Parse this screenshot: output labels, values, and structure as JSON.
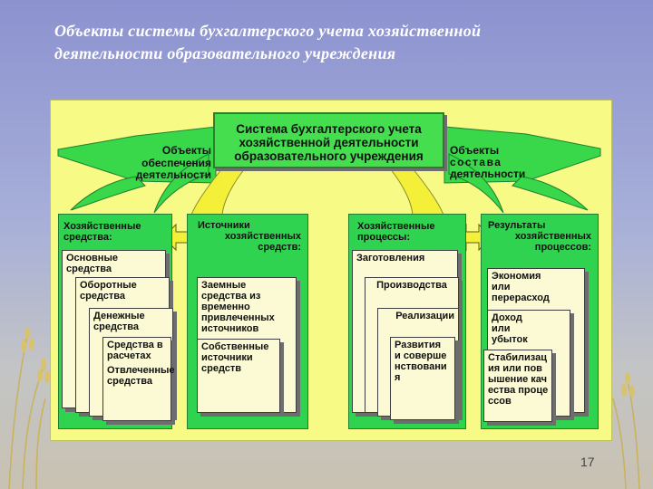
{
  "title": {
    "line1": "Объекты системы бухгалтерского учета хозяйственной",
    "line2": "деятельности образовательного учреждения"
  },
  "center": {
    "line1": "Система бухгалтерского учета",
    "line2": "хозяйственной деятельности",
    "line3": "образовательного учреждения"
  },
  "left_wing": {
    "line1": "Объекты",
    "line2": "обеспечения",
    "line3": "деятельности"
  },
  "right_wing": {
    "line1": "Объекты",
    "line2": "состава",
    "line3": "деятельности"
  },
  "col1": {
    "header_line1": "Хозяйственные",
    "header_line2": "средства:",
    "items": [
      "Основные средства",
      "Оборотные средства",
      "Денежные средства",
      "Средства в расчетах",
      "Отвлеченные средства"
    ]
  },
  "col2": {
    "header_line1": "Источники",
    "header_line2": "хозяйственных",
    "header_line3": "средств:",
    "items": [
      "Заемные средства из временно привлеченных источников",
      "Собственные источники средств"
    ]
  },
  "col3": {
    "header_line1": "Хозяйственные",
    "header_line2": "процессы:",
    "items": [
      "Заготовления",
      "Производства",
      "Реализации",
      "Развития и совершенствования"
    ]
  },
  "col4": {
    "header_line1": "Результаты",
    "header_line2": "хозяйственных",
    "header_line3": "процессов:",
    "items": [
      "Экономия или перерасход",
      "Доход или убыток",
      "Стабилизация или повышение качества процессов"
    ]
  },
  "page_number": "17",
  "colors": {
    "panel": "#f8fa86",
    "green": "#2fd34f",
    "box": "#fbfad4",
    "title": "#ffffff"
  }
}
